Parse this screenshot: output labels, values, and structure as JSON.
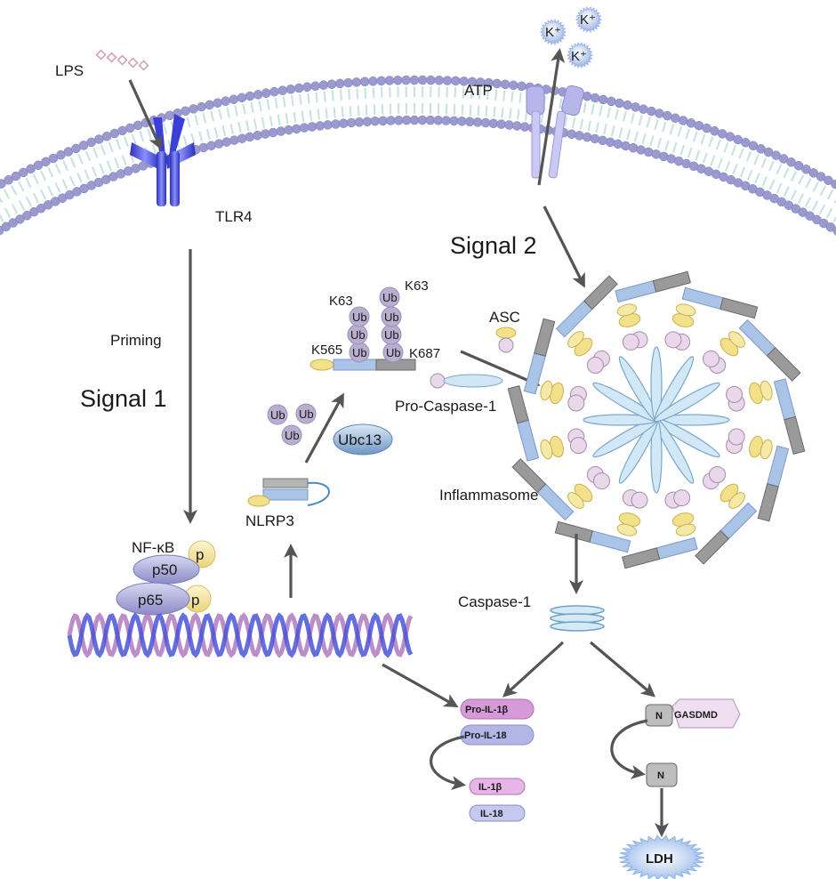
{
  "labels": {
    "lps": "LPS",
    "tlr4": "TLR4",
    "atp": "ATP",
    "k1": "K⁺",
    "k2": "K⁺",
    "k3": "K⁺",
    "signal2": "Signal  2",
    "priming": "Priming",
    "signal1": "Signal  1",
    "k63a": "K63",
    "k63b": "K63",
    "k565": "K565",
    "k687": "K687",
    "ub": "Ub",
    "asc": "ASC",
    "pro_caspase1": "Pro-Caspase-1",
    "ubc13": "Ubc13",
    "nlrp3": "NLRP3",
    "inflammasome": "Inflammasome",
    "nfkb": "NF-κB",
    "p50": "p50",
    "p65": "p65",
    "p1": "p",
    "p2": "p",
    "caspase1": "Caspase-1",
    "pro_il1b": "Pro-IL-1β",
    "pro_il18": "Pro-IL-18",
    "il1b": "IL-1β",
    "il18": "IL-18",
    "n1": "N",
    "gasdmd": "GASDMD",
    "n2": "N",
    "ldh": "LDH"
  },
  "colors": {
    "membrane_head": "#9a9ad0",
    "membrane_tail": "#c6e2de",
    "arrow": "#555555",
    "ub": "#b8aed0",
    "pyrin": "#f2e08a",
    "card": "#e9d7ea",
    "nacht": "#a9c4e6",
    "lrr": "#9a9a9a",
    "caspase": "#9ec7e4",
    "tlr4": "#3a3fd8",
    "channel": "#b6b6ea",
    "dna1": "#4a55d8",
    "dna2": "#b07ac0",
    "il1b": "#d79ad8",
    "il18": "#b2b6e6",
    "gasdmd": "#f0dff0",
    "ldh": "#8fb2e6"
  }
}
